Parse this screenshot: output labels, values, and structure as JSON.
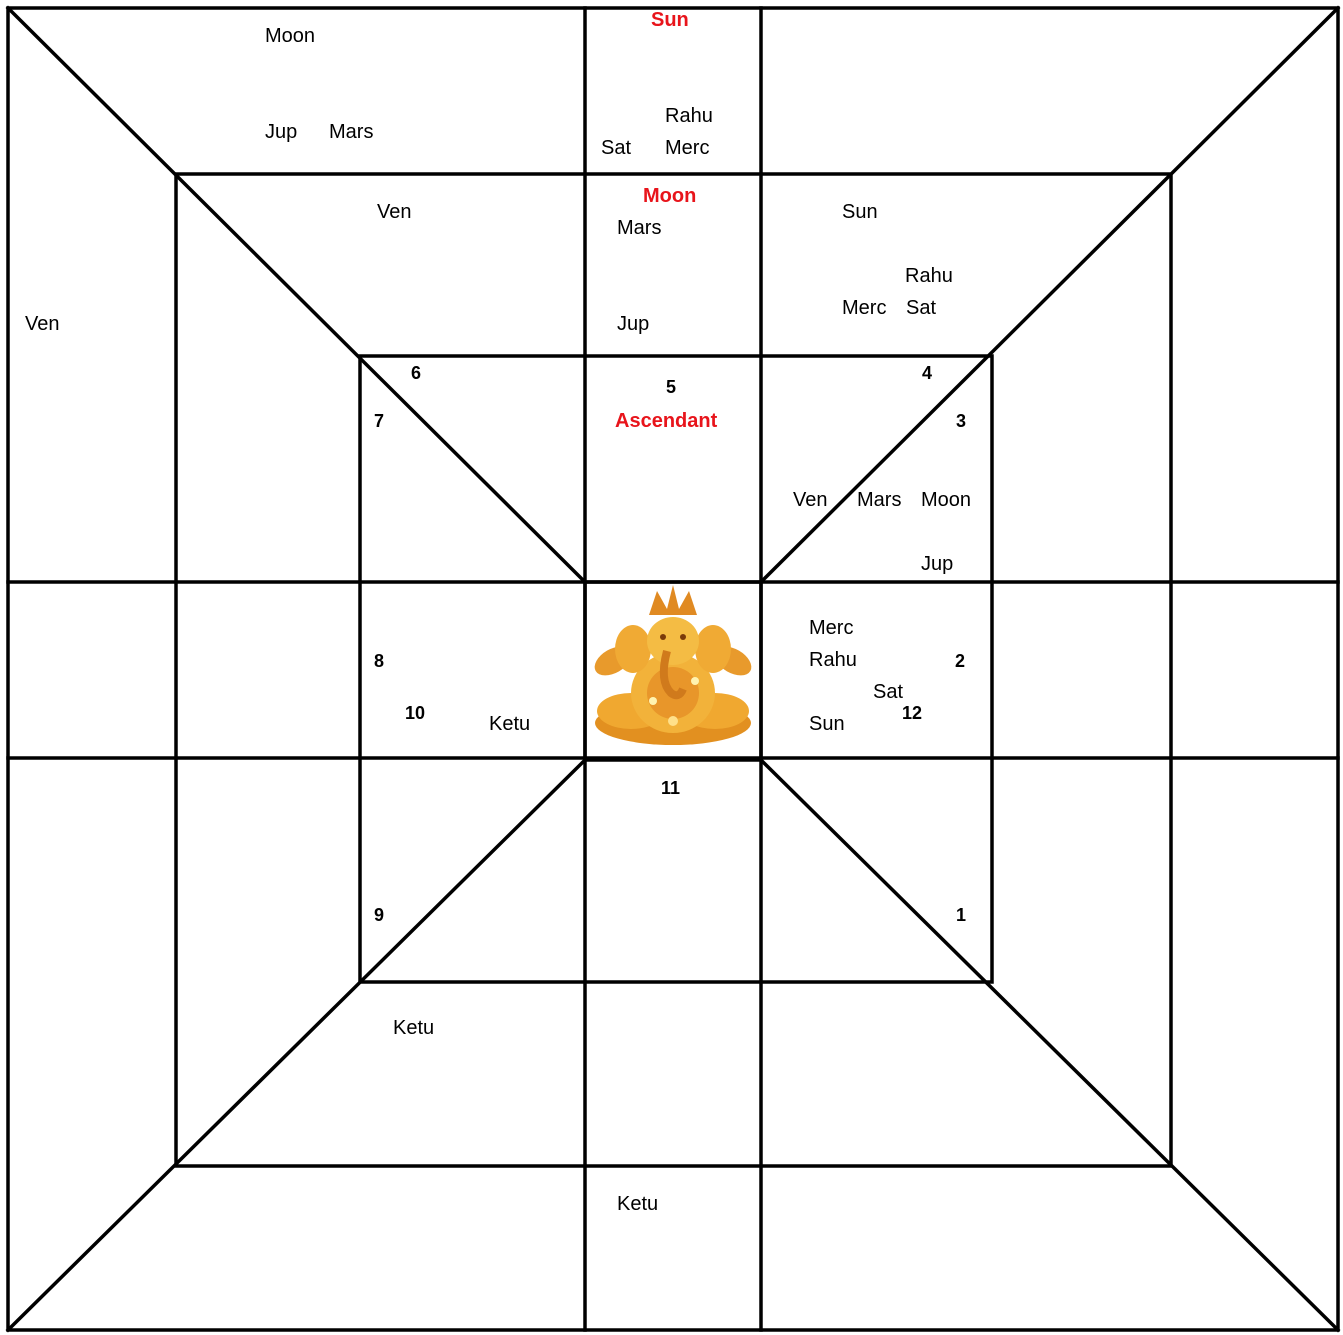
{
  "colors": {
    "line": "#000000",
    "highlight": "#e8141b",
    "background": "#ffffff",
    "deity": "#e8a020"
  },
  "center_image": {
    "icon": "ganesha-icon"
  },
  "house_numbers": {
    "h1": "1",
    "h2": "2",
    "h3": "3",
    "h4": "4",
    "h5": "5",
    "h6": "6",
    "h7": "7",
    "h8": "8",
    "h9": "9",
    "h10": "10",
    "h11": "11",
    "h12": "12"
  },
  "inner_chart": {
    "ascendant": "Ascendant",
    "house3_planets": {
      "ven": "Ven",
      "mars": "Mars",
      "moon": "Moon",
      "jup": "Jup"
    },
    "house2_planets": {
      "merc": "Merc",
      "rahu": "Rahu",
      "sat": "Sat",
      "sun": "Sun"
    },
    "house8_planets": {
      "ketu": "Ketu"
    }
  },
  "middle_ring": {
    "top_center": {
      "moon": "Moon",
      "mars": "Mars",
      "jup": "Jup"
    },
    "upper_left": {
      "ven": "Ven"
    },
    "upper_right": {
      "sun": "Sun",
      "rahu": "Rahu",
      "merc": "Merc",
      "sat": "Sat"
    },
    "lower_left": {
      "ketu": "Ketu"
    }
  },
  "outer_ring": {
    "top_center": {
      "sun": "Sun",
      "rahu": "Rahu",
      "sat": "Sat",
      "merc": "Merc"
    },
    "top_left": {
      "moon": "Moon",
      "jup": "Jup",
      "mars": "Mars"
    },
    "left": {
      "ven": "Ven"
    },
    "bottom_center": {
      "ketu": "Ketu"
    }
  }
}
